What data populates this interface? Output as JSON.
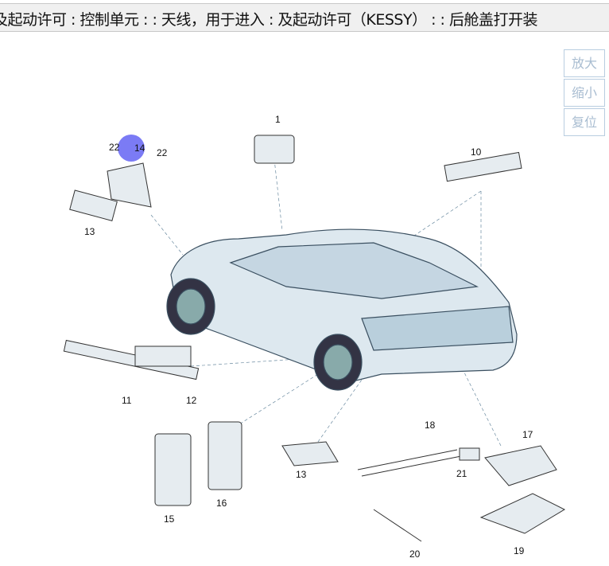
{
  "title": "及起动许可 : 控制单元 : : 天线，用于进入 : 及起动许可（KESSY） : : 后舱盖打开装",
  "controls": {
    "zoom_in": "放大",
    "zoom_out": "缩小",
    "reset": "复位"
  },
  "callouts": [
    "1",
    "22",
    "14",
    "22",
    "10",
    "13",
    "11",
    "12",
    "18",
    "17",
    "13",
    "21",
    "15",
    "16",
    "20",
    "19"
  ],
  "highlight_color": "#7b7bf5"
}
